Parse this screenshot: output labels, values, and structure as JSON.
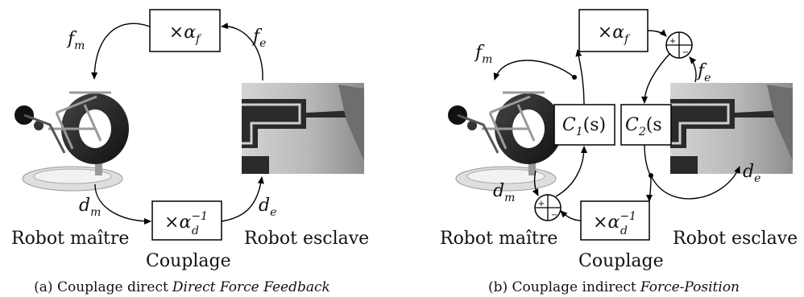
{
  "panel_a": {
    "gain_top_mult": "×",
    "gain_top_sym": "α",
    "gain_top_sub": "f",
    "gain_bottom_mult": "×",
    "gain_bottom_sym": "α",
    "gain_bottom_sub": "d",
    "gain_bottom_sup": "−1",
    "fm_main": "f",
    "fm_sub": "m",
    "fe_main": "f",
    "fe_sub": "e",
    "dm_main": "d",
    "dm_sub": "m",
    "de_main": "d",
    "de_sub": "e",
    "master_label": "Robot maître",
    "slave_label": "Robot esclave",
    "coupling_label": "Couplage",
    "caption_prefix": "(a) Couplage direct",
    "caption_italic": "Direct Force Feedback"
  },
  "panel_b": {
    "gain_top_mult": "×",
    "gain_top_sym": "α",
    "gain_top_sub": "f",
    "gain_bottom_mult": "×",
    "gain_bottom_sym": "α",
    "gain_bottom_sub": "d",
    "gain_bottom_sup": "−1",
    "c1_main": "C",
    "c1_sub": "1",
    "c1_arg": "(s)",
    "c2_main": "C",
    "c2_sub": "2",
    "c2_arg": "(s",
    "fm_main": "f",
    "fm_sub": "m",
    "fe_main": "f",
    "fe_sub": "e",
    "dm_main": "d",
    "dm_sub": "m",
    "de_main": "d",
    "de_sub": "e",
    "sum_plus": "+",
    "sum_minus": "−",
    "master_label": "Robot maître",
    "slave_label": "Robot esclave",
    "coupling_label": "Couplage",
    "caption_prefix": "(b) Couplage indirect",
    "caption_italic": "Force-Position"
  }
}
